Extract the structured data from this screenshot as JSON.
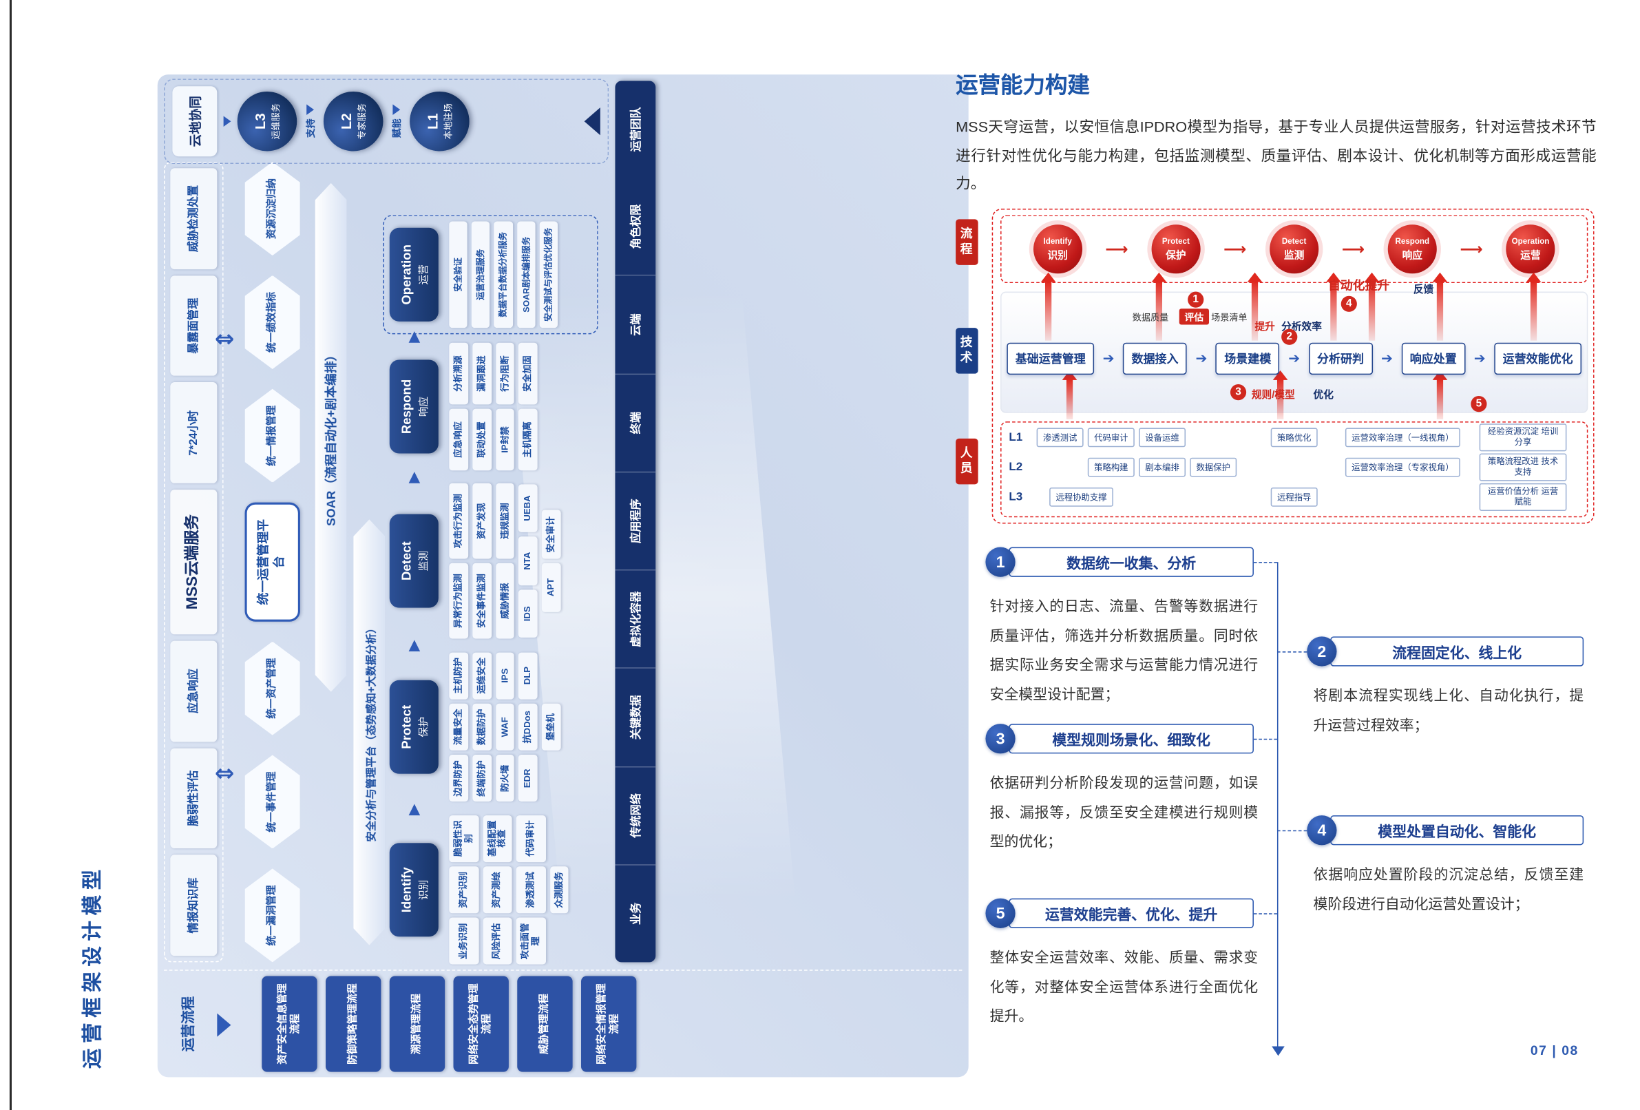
{
  "colors": {
    "accent_blue": "#1d4fa1",
    "navy": "#16306b",
    "accent_red": "#d0281e",
    "panel_blue": "#d9e2f1"
  },
  "left_page": {
    "title": "运营框架设计模型",
    "process_flow": {
      "header": "运营流程",
      "steps": [
        "资产安全信息管理流程",
        "防御策略管理流程",
        "溯源管理流程",
        "网络安全态势管理流程",
        "威胁管理流程",
        "网络安全情报管理流程"
      ]
    },
    "service_row": [
      "情报知识库",
      "脆弱性评估",
      "应急响应",
      "MSS云端服务",
      "7*24小时",
      "暴露面管理",
      "威胁检测处置"
    ],
    "unified_row": {
      "left_hexes": [
        "统一漏洞管理",
        "统一事件管理",
        "统一资产管理"
      ],
      "platform": "统一运营管理平台",
      "right_hexes": [
        "统一情报管理",
        "统一绩效指标",
        "资源沉淀归纳"
      ]
    },
    "arrow_bars": {
      "platform": "安全分析与管理平台（态势感知+大数据分析）",
      "soar": "SOAR（流程自动化+剧本编排）"
    },
    "ipdro_groups": [
      {
        "en": "Identify",
        "zh": "识别",
        "items": [
          "业务识别",
          "资产识别",
          "脆弱性识别",
          "风险评估",
          "资产测绘",
          "基线配置核查",
          "攻击面管理",
          "渗透测试",
          "代码审计",
          "众测服务"
        ]
      },
      {
        "en": "Protect",
        "zh": "保护",
        "items": [
          "边界防护",
          "流量安全",
          "主机防护",
          "终端防护",
          "数据防护",
          "运维安全",
          "防火墙",
          "WAF",
          "IPS",
          "EDR",
          "抗DDos",
          "DLP",
          "堡垒机"
        ]
      },
      {
        "en": "Detect",
        "zh": "监测",
        "items": [
          "异常行为监测",
          "攻击行为监测",
          "安全事件监测",
          "资产发现",
          "威胁情报",
          "违规监测",
          "IDS",
          "NTA",
          "UEBA",
          "APT",
          "安全审计"
        ]
      },
      {
        "en": "Respond",
        "zh": "响应",
        "items": [
          "应急响应",
          "分析溯源",
          "联动处置",
          "漏洞跟进",
          "IP封禁",
          "行为阻断",
          "主机隔离",
          "安全加固"
        ]
      },
      {
        "en": "Operation",
        "zh": "运营",
        "items": [
          "安全验证",
          "运营治理服务",
          "数据平台数据分析服务",
          "SOAR剧本编排服务",
          "安全测试与评估优化服务"
        ]
      }
    ],
    "asset_segments": [
      "业务",
      "传统网络",
      "关键数据",
      "虚拟化容器",
      "应用程序",
      "终端",
      "云端",
      "角色权限"
    ],
    "cloud_strip": {
      "header": "云地协同",
      "levels": [
        {
          "code": "L3",
          "label": "运维服务"
        },
        {
          "code": "L2",
          "label": "专家服务"
        },
        {
          "code": "L1",
          "label": "本地驻场"
        }
      ],
      "link_labels": [
        "支持",
        "赋能"
      ],
      "team": "运营团队"
    }
  },
  "right_page": {
    "title": "运营能力构建",
    "intro": "MSS天穹运营，以安恒信息IPDRO模型为指导，基于专业人员提供运营服务，针对运营技术环节进行针对性优化与能力构建，包括监测模型、质量评估、剧本设计、优化机制等方面形成运营能力。",
    "diagram": {
      "side_tabs": [
        "流程",
        "技术",
        "人员"
      ],
      "process_row": [
        {
          "en": "Identify",
          "zh": "识别"
        },
        {
          "en": "Protect",
          "zh": "保护"
        },
        {
          "en": "Detect",
          "zh": "监测"
        },
        {
          "en": "Respond",
          "zh": "响应"
        },
        {
          "en": "Operation",
          "zh": "运营"
        }
      ],
      "tech_flow": [
        "基础运营管理",
        "数据接入",
        "场景建模",
        "分析研判",
        "响应处置",
        "运营效能优化"
      ],
      "annotations": {
        "data_quality": "数据质量",
        "evaluate": "评估",
        "scene_list": "场景清单",
        "improve": "提升",
        "analysis_efficiency": "分析效率",
        "rule_model": "规则/模型",
        "optimize": "优化",
        "automation": "自动化提升",
        "feedback": "反馈"
      },
      "numbers": [
        "1",
        "2",
        "3",
        "4",
        "5"
      ],
      "levels": [
        {
          "label": "L1",
          "items": [
            "渗透测试",
            "代码审计",
            "设备运维",
            "策略优化",
            "运营效率治理（一线视角）",
            "经验资源沉淀 培训分享"
          ]
        },
        {
          "label": "L2",
          "items": [
            "策略构建",
            "剧本编排",
            "数据保护",
            "运营效率治理（专家视角）",
            "策略流程改进 技术支持"
          ]
        },
        {
          "label": "L3",
          "items": [
            "远程协助支撑",
            "远程指导",
            "运营价值分析 运营赋能"
          ]
        }
      ]
    },
    "sections": [
      {
        "num": "1",
        "title": "数据统一收集、分析",
        "body": "针对接入的日志、流量、告警等数据进行质量评估，筛选并分析数据质量。同时依据实际业务安全需求与运营能力情况进行安全模型设计配置；"
      },
      {
        "num": "2",
        "title": "流程固定化、线上化",
        "body": "将剧本流程实现线上化、自动化执行，提升运营过程效率；"
      },
      {
        "num": "3",
        "title": "模型规则场景化、细致化",
        "body": "依据研判分析阶段发现的运营问题，如误报、漏报等，反馈至安全建模进行规则模型的优化；"
      },
      {
        "num": "4",
        "title": "模型处置自动化、智能化",
        "body": "依据响应处置阶段的沉淀总结，反馈至建模阶段进行自动化运营处置设计；"
      },
      {
        "num": "5",
        "title": "运营效能完善、优化、提升",
        "body": "整体安全运营效率、效能、质量、需求变化等，对整体安全运营体系进行全面优化提升。"
      }
    ],
    "page_number": "07 | 08"
  }
}
